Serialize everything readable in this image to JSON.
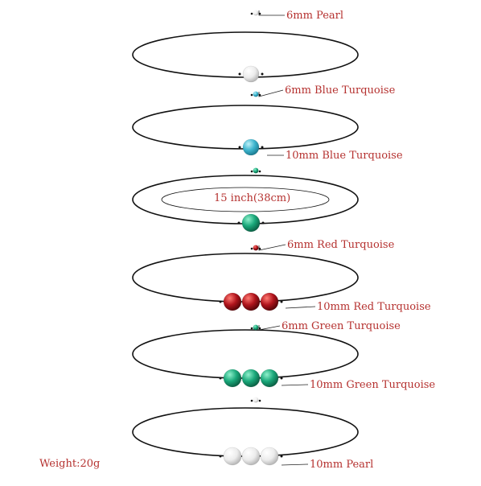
{
  "colors": {
    "cord": "#111111",
    "label_text": "#b5312f",
    "leader_line": "#222222",
    "pearl": "#f2f2f2",
    "blue_turquoise": "#3fb6cf",
    "red_turquoise": "#b0141c",
    "green_turquoise": "#1aa87a"
  },
  "labels": {
    "pearl_6mm": "6mm Pearl",
    "blue_6mm": "6mm Blue Turquoise",
    "blue_10mm": "10mm Blue Turquoise",
    "size": "15 inch(38cm)",
    "red_6mm": "6mm Red Turquoise",
    "red_10mm": "10mm Red Turquoise",
    "green_6mm": "6mm Green Turquoise",
    "green_10mm": "10mm Green Turquoise",
    "pearl_10mm": "10mm Pearl",
    "weight": "Weight:20g"
  },
  "necklaces": [
    {
      "bead": "pearl",
      "count": 1
    },
    {
      "bead": "blue_turquoise",
      "count": 1
    },
    {
      "bead": "green_turquoise",
      "count": 1
    },
    {
      "bead": "red_turquoise",
      "count": 3
    },
    {
      "bead": "green_turquoise",
      "count": 3
    },
    {
      "bead": "pearl",
      "count": 3
    }
  ]
}
